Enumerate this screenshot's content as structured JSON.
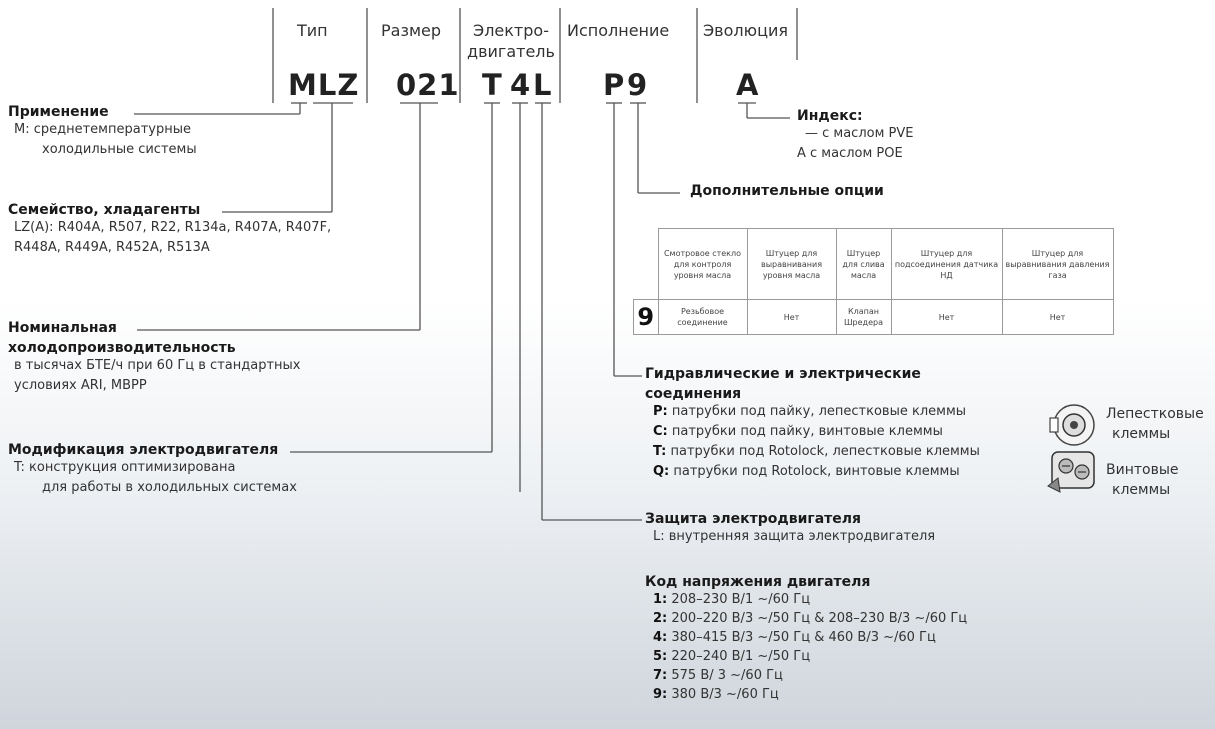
{
  "headers": {
    "type": "Тип",
    "size": "Размер",
    "motor": "Электро-\nдвигатель",
    "version": "Исполнение",
    "evolution": "Эволюция"
  },
  "codes": {
    "type": "MLZ",
    "size": "021",
    "motor_t": "T",
    "motor_4": "4",
    "motor_l": "L",
    "version_p": "P",
    "version_9": "9",
    "evolution": "A"
  },
  "application": {
    "title": "Применение",
    "line1": "M: среднетемпературные",
    "line2": "холодильные системы"
  },
  "family": {
    "title": "Семейство, хладагенты",
    "line1": "LZ(A): R404A, R507, R22, R134a, R407A, R407F,",
    "line2": "R448A, R449A, R452A, R513A"
  },
  "capacity": {
    "title1": "Номинальная",
    "title2": "холодопроизводительность",
    "line1": "в тысячах БТЕ/ч при 60 Гц в стандартных",
    "line2": "условиях ARI, MBPP"
  },
  "motor_mod": {
    "title": "Модификация электродвигателя",
    "line1": "T: конструкция оптимизирована",
    "line2": "для работы в холодильных системах"
  },
  "index": {
    "title": "Индекс:",
    "line1": "— с маслом PVE",
    "line2": "A с маслом POE"
  },
  "options": {
    "title": "Дополнительные опции",
    "headers": [
      "Смотровое стекло для контроля уровня масла",
      "Штуцер для выравнивания уровня масла",
      "Штуцер для слива масла",
      "Штуцер для подсоединения датчика НД",
      "Штуцер для выравнивания давления газа"
    ],
    "row_code": "9",
    "row": [
      "Резьбовое соединение",
      "Нет",
      "Клапан Шредера",
      "Нет",
      "Нет"
    ]
  },
  "connections": {
    "title1": "Гидравлические и электрические",
    "title2": "соединения",
    "items": [
      {
        "k": "P:",
        "v": " патрубки под пайку, лепестковые клеммы"
      },
      {
        "k": "C:",
        "v": " патрубки под пайку, винтовые клеммы"
      },
      {
        "k": "T:",
        "v": "  патрубки под Rotolock, лепестковые клеммы"
      },
      {
        "k": "Q:",
        "v": " патрубки под Rotolock, винтовые клеммы"
      }
    ],
    "spade_label1": "Лепестковые",
    "spade_label2": "клеммы",
    "screw_label1": "Винтовые",
    "screw_label2": "клеммы"
  },
  "protection": {
    "title": "Защита электродвигателя",
    "line1": "L: внутренняя защита электродвигателя"
  },
  "voltage": {
    "title": "Код напряжения двигателя",
    "items": [
      {
        "k": "1:",
        "v": " 208–230 В/1 ~/60 Гц"
      },
      {
        "k": "2:",
        "v": " 200–220 В/3 ~/50 Гц & 208–230 В/3 ~/60 Гц"
      },
      {
        "k": "4:",
        "v": " 380–415 В/3 ~/50 Гц & 460 В/3 ~/60 Гц"
      },
      {
        "k": "5:",
        "v": " 220–240 В/1 ~/50 Гц"
      },
      {
        "k": "7:",
        "v": " 575 В/ 3 ~/60 Гц"
      },
      {
        "k": "9:",
        "v": " 380 В/3 ~/60 Гц"
      }
    ]
  }
}
